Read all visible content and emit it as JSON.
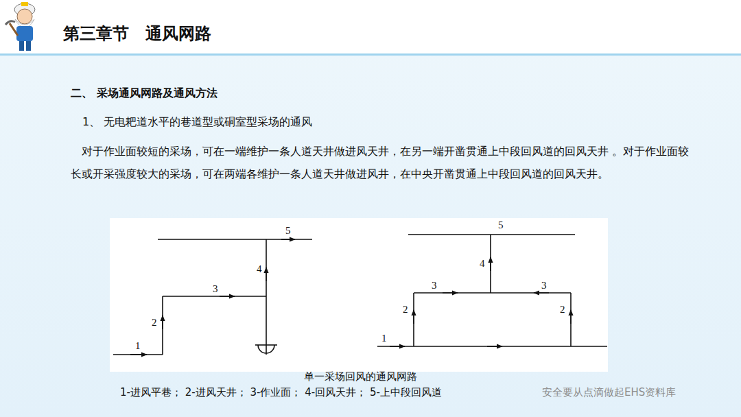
{
  "diagram": {
    "title": "第三章节　通风网路",
    "caption": "单一采场回风的通风网路",
    "labels": [
      "二、 采场通风网路及通风方法",
      "1、 无电耙道水平的巷道型或硐室型采场的通风",
      "对于作业面较短的采场，可在一端维护一条人道天井做进风天井，在另一端开凿贯通上中段回风道的回风天井 。对于作业面较长或开采强度较大的采场，可在两端各维护一条人道天井做进风井，在中央开凿贯通上中段回风道的回风天井。",
      "5",
      "4",
      "3",
      "2",
      "1",
      "5",
      "4",
      "3",
      "3",
      "2",
      "2",
      "1",
      "1-进风平巷； 2-进风天井； 3-作业面； 4-回风天井； 5-上中段回风道",
      "安全要从点滴做起EHS资料库"
    ]
  }
}
